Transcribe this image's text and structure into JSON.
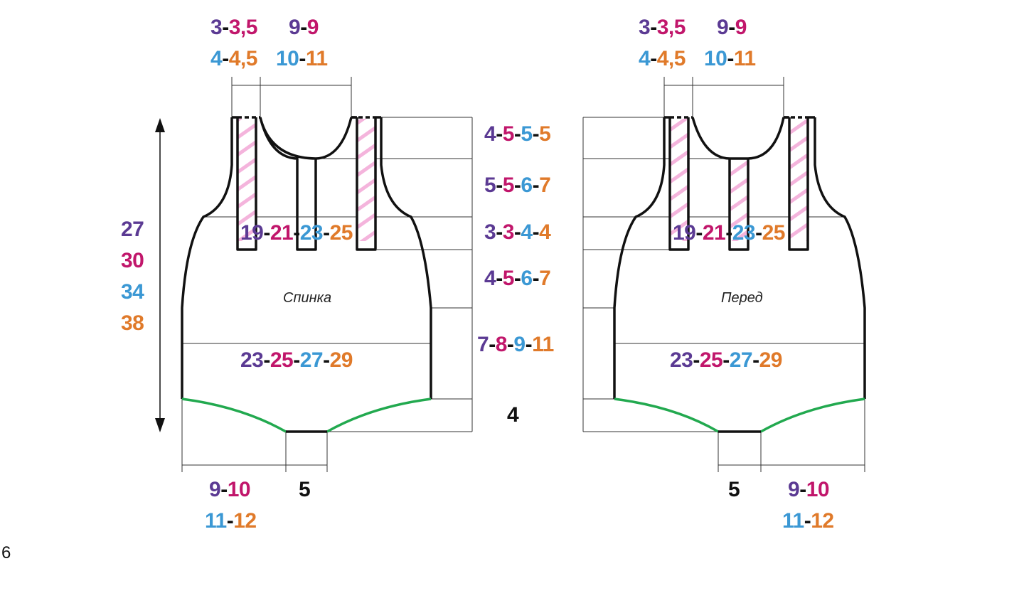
{
  "colors": {
    "size1": "#5b3a93",
    "size2": "#c1166b",
    "size3": "#3b98d4",
    "size4": "#e07a2a",
    "outline": "#111111",
    "leg_edge": "#22a94f",
    "strap_hatch": "#f4b4dc",
    "dim_line": "#333333"
  },
  "back": {
    "name": "Спинка",
    "top_left_1": [
      "3",
      "3,5"
    ],
    "top_left_2": [
      "4",
      "4,5"
    ],
    "top_right_1": [
      "9",
      "9"
    ],
    "top_right_2": [
      "10",
      "11"
    ],
    "height_values": [
      "27",
      "30",
      "34",
      "38"
    ],
    "strap_width": [
      "19",
      "21",
      "23",
      "25"
    ],
    "body_width": [
      "23",
      "25",
      "27",
      "29"
    ],
    "bottom_side_1": [
      "9",
      "10"
    ],
    "bottom_side_2": [
      "11",
      "12"
    ],
    "bottom_center": "5"
  },
  "front": {
    "name": "Перед",
    "top_left_1": [
      "3",
      "3,5"
    ],
    "top_left_2": [
      "4",
      "4,5"
    ],
    "top_right_1": [
      "9",
      "9"
    ],
    "top_right_2": [
      "10",
      "11"
    ],
    "strap_width": [
      "19",
      "21",
      "23",
      "25"
    ],
    "body_width": [
      "23",
      "25",
      "27",
      "29"
    ],
    "bottom_side_1": [
      "9",
      "10"
    ],
    "bottom_side_2": [
      "11",
      "12"
    ],
    "bottom_center": "5"
  },
  "center_column": {
    "row1": [
      "4",
      "5",
      "5",
      "5"
    ],
    "row2": [
      "5",
      "5",
      "6",
      "7"
    ],
    "row3": [
      "3",
      "3",
      "4",
      "4"
    ],
    "row4": [
      "4",
      "5",
      "6",
      "7"
    ],
    "row5": [
      "7",
      "8",
      "9",
      "11"
    ],
    "row6": "4"
  },
  "page_number": "6"
}
